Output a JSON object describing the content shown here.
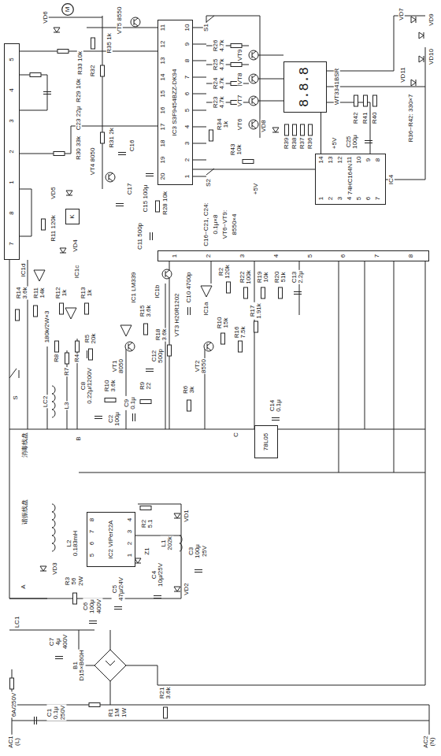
{
  "diagram": {
    "nodes": [
      {
        "text": [
          "IC3 S3F9454BZZ-DK94"
        ]
      },
      {
        "text": [
          "74HC164N"
        ]
      },
      {
        "text": [
          "8.8.8"
        ]
      },
      {
        "text": [
          "5",
          "4",
          "3",
          "2",
          "1",
          "8",
          "7"
        ]
      },
      {
        "text": [
          "1",
          "2",
          "3",
          "4",
          "5",
          "6",
          "7",
          "8"
        ]
      },
      {
        "text": [
          "IC2 VIPer22A"
        ]
      },
      {
        "text": [
          "78L05"
        ]
      },
      {
        "text": [
          "K"
        ]
      },
      {
        "text": [
          "M"
        ]
      }
    ],
    "edges": [
      {
        "from": 0,
        "to": 1,
        "arrow": "none"
      },
      {
        "from": 1,
        "to": 2,
        "arrow": "none"
      }
    ],
    "labels": [
      "VD6",
      "VT5 8550",
      "R35 1k",
      "R33 10k",
      "R32",
      "R29 10k",
      "C23 22μ",
      "R31 2k",
      "R30 33k",
      "VT4 8050",
      "C16",
      "VD5",
      "C17",
      "C15 100μ",
      "R28 10k",
      "R11 120k",
      "C11 500p",
      "VD4",
      "11",
      "12",
      "13",
      "14",
      "15",
      "16",
      "17",
      "18",
      "19",
      "20",
      "10",
      "9",
      "8",
      "7",
      "6",
      "5",
      "4",
      "3",
      "2",
      "1",
      "S1",
      "R26 4.7k",
      "R25 4.7k",
      "R24 4.7k",
      "R23 4.7k",
      "VT9",
      "VT8",
      "VT7",
      "VT6",
      "R34 1k",
      "R43 10k",
      "S2",
      "+5V",
      "VD8",
      "WT3341BSR",
      "VD7",
      "VD9",
      "VD10",
      "VD11",
      "R42",
      "R41",
      "R40",
      "R36~R42: 330×7",
      "C25 100μ",
      "+5V",
      "R39",
      "R38",
      "R37",
      "R36",
      "14",
      "13",
      "12",
      "11",
      "10",
      "9",
      "8",
      "1",
      "2",
      "3",
      "4",
      "5",
      "6",
      "7",
      "IC4",
      "C16~C21, C24:",
      "0.1μ×8",
      "VT6~VT9:",
      "8550×4",
      "IC1d",
      "R14 3.6k",
      "R11 14k",
      "R12 1k",
      "IC1c",
      "R13 1k",
      "IC1 LM339",
      "IC1b",
      "C10 4700p",
      "R2 120k",
      "R22 100k",
      "R19 10k",
      "R20 51k",
      "C13 2.2μ",
      "IC1a",
      "R17 1.91k",
      "R10 15k",
      "R16 7.5k",
      "R5 20k",
      "R15 3.6k",
      "R18 3.6k",
      "C12 500p",
      "VT3 H20R1202",
      "180k/2W×3",
      "R8",
      "R4",
      "R7",
      "C8 0.22μ/1200V",
      "VT1 8050",
      "R10 3.6k",
      "R9 22",
      "C9 0.1μ",
      "C2 100μ",
      "VT2 8550",
      "R6 3k",
      "LC2",
      "L3",
      "S",
      "B",
      "C",
      "C14 0.1μ",
      "消毒线盘",
      "谐振线盘",
      "L2 0.183mH",
      "VD3",
      "R3 56 2W",
      "8",
      "7",
      "6",
      "5",
      "4",
      "3",
      "2",
      "1",
      "R2 5.1",
      "Z1",
      "L1 202k",
      "C4 10μ/25V",
      "C5 47μ/24V",
      "C6 100μ 400V",
      "VD1",
      "VD2",
      "C3 100μ 25V",
      "A",
      "LC1",
      "C7 4μ 400V",
      "B1 D15×B60H",
      "R21 3.6k",
      "6A/250V",
      "C1 0.1μ 250V",
      "R1 1M 1W",
      "AC1 (L)",
      "AC2 (N)"
    ]
  }
}
